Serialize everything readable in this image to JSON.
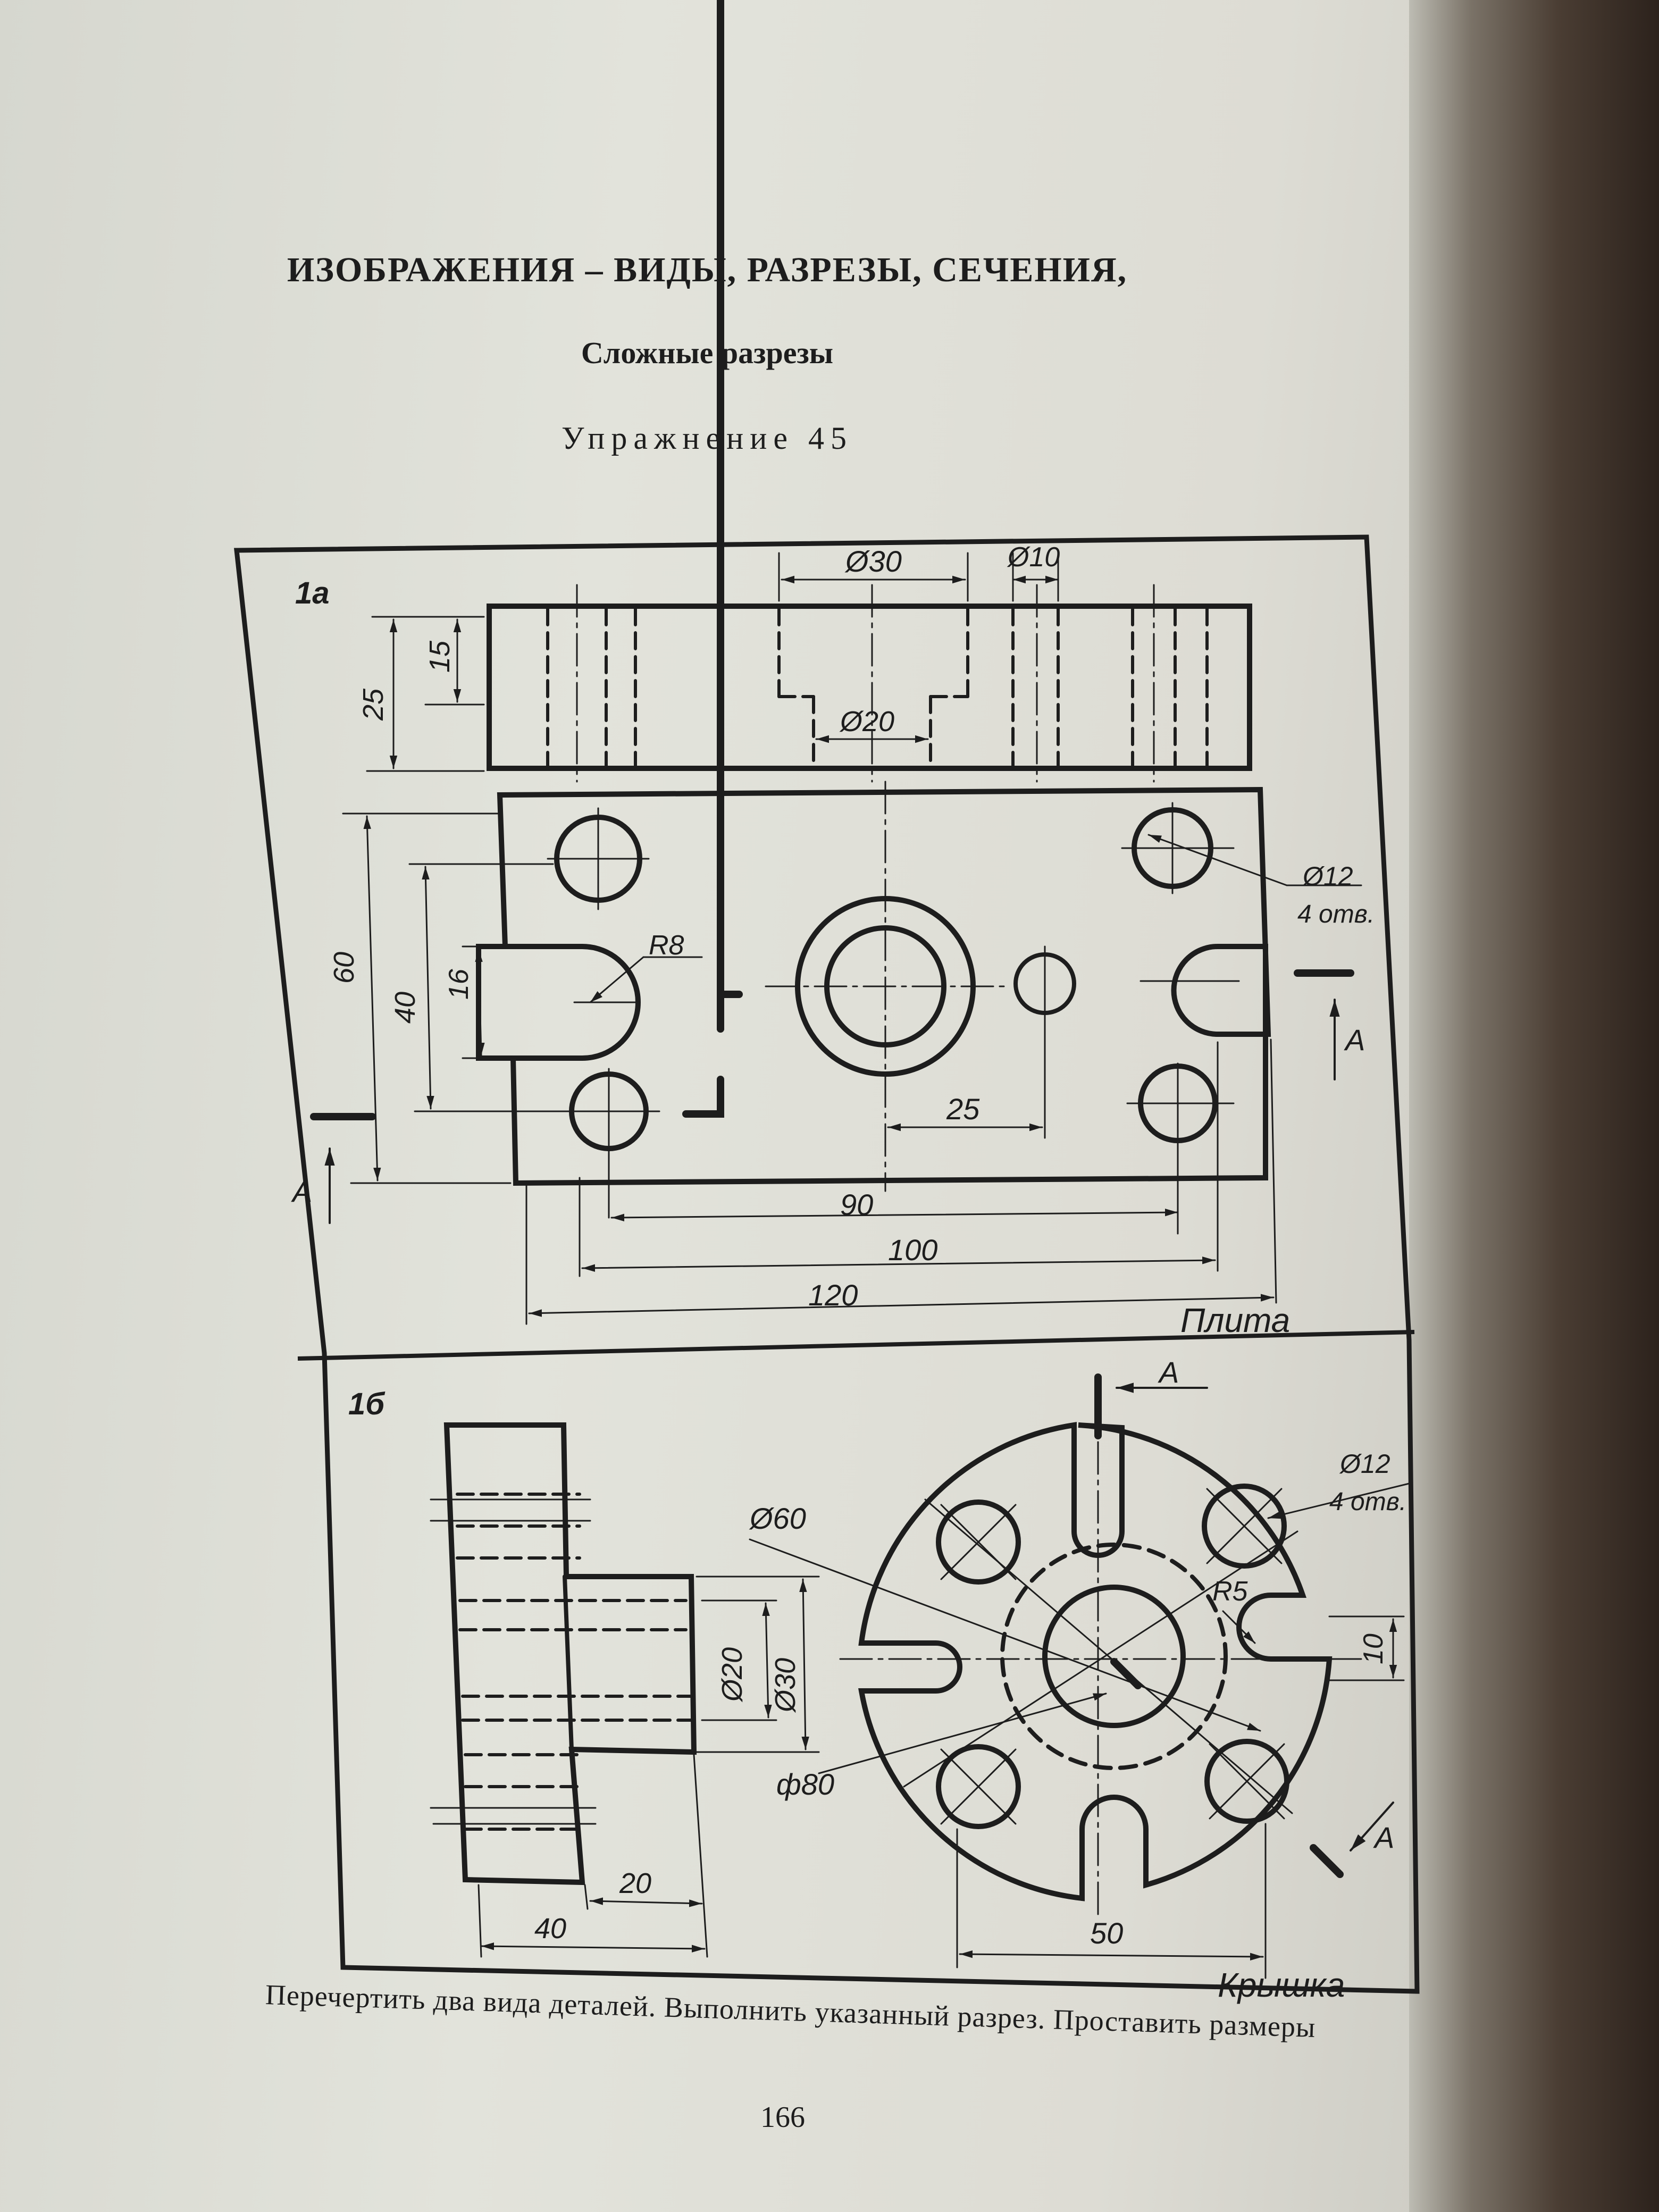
{
  "page": {
    "title": "ИЗОБРАЖЕНИЯ – ВИДЫ, РАЗРЕЗЫ, СЕЧЕНИЯ,",
    "subtitle": "Сложные разрезы",
    "exercise": "Упражнение 45",
    "caption": "Перечертить два вида деталей. Выполнить указанный разрез. Проставить размеры",
    "page_number": "166"
  },
  "drawing_1a": {
    "label": "1а",
    "name": "Плита",
    "dims": {
      "d30": "Ø30",
      "d10": "Ø10",
      "d20": "Ø20",
      "h25": "25",
      "h15": "15",
      "d12": "Ø12",
      "holes": "4 отв.",
      "r8": "R8",
      "w60": "60",
      "w40": "40",
      "w16": "16",
      "off25": "25",
      "l90": "90",
      "l100": "100",
      "l120": "120",
      "section": "А"
    }
  },
  "drawing_1b": {
    "label": "1б",
    "name": "Крышка",
    "dims": {
      "d60": "Ø60",
      "d80": "ф80",
      "d12": "Ø12",
      "holes": "4 отв.",
      "r5": "R5",
      "w10": "10",
      "d20": "Ø20",
      "d30": "Ø30",
      "l20": "20",
      "l40": "40",
      "l50": "50",
      "section": "А"
    }
  }
}
